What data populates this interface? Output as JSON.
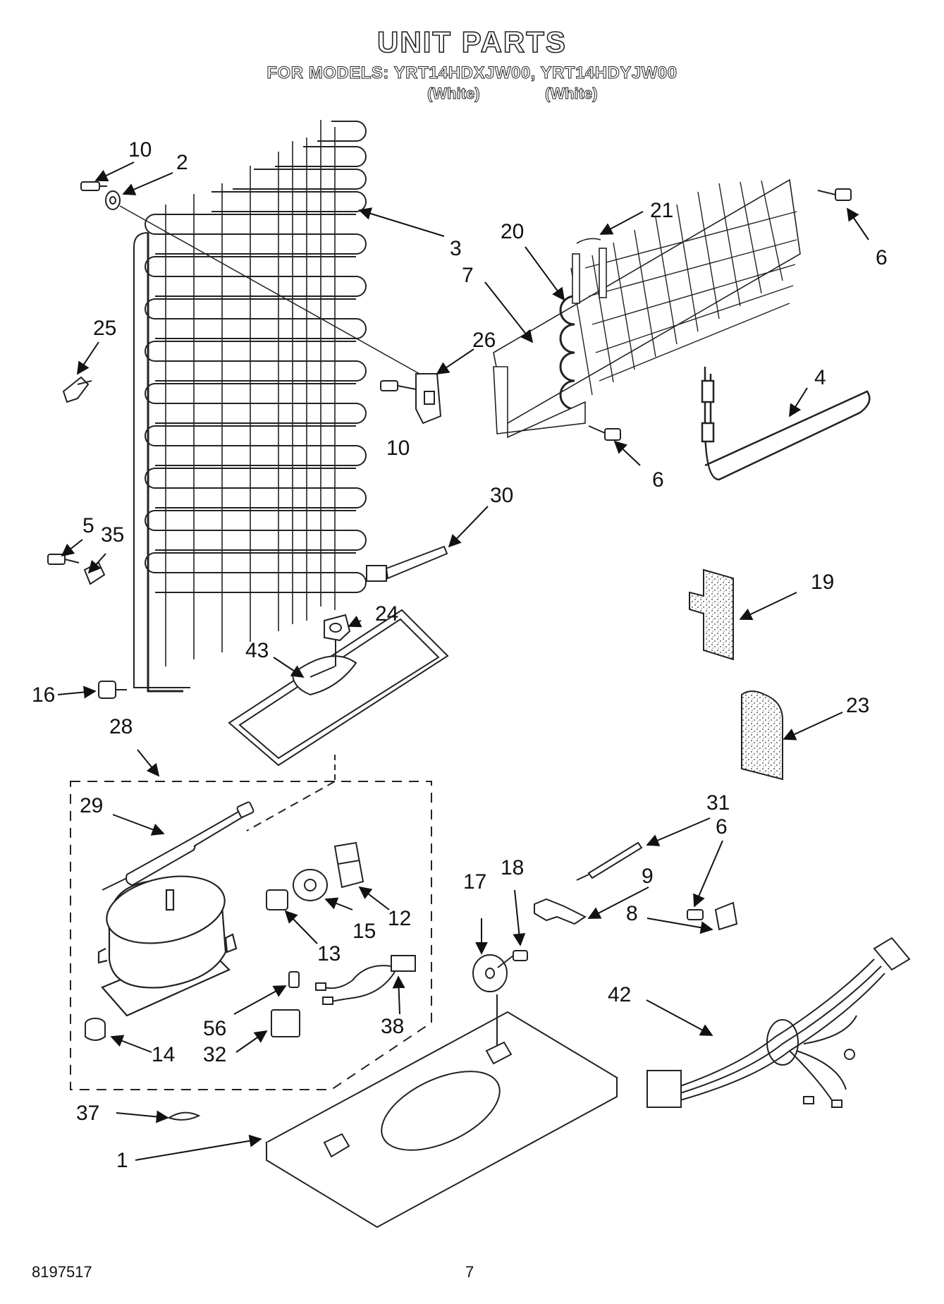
{
  "header": {
    "title": "UNIT PARTS",
    "models_line": "FOR MODELS: YRT14HDXJW00, YRT14HDYJW00",
    "variant_1": "(White)",
    "variant_2": "(White)"
  },
  "callouts": [
    "10",
    "2",
    "3",
    "21",
    "20",
    "6",
    "7",
    "25",
    "26",
    "10",
    "4",
    "6",
    "30",
    "5",
    "35",
    "19",
    "24",
    "43",
    "16",
    "23",
    "28",
    "29",
    "31",
    "6",
    "17",
    "18",
    "9",
    "12",
    "15",
    "8",
    "13",
    "42",
    "56",
    "38",
    "14",
    "32",
    "37",
    "1"
  ],
  "footer": {
    "part_number": "8197517",
    "page_number": "7"
  }
}
